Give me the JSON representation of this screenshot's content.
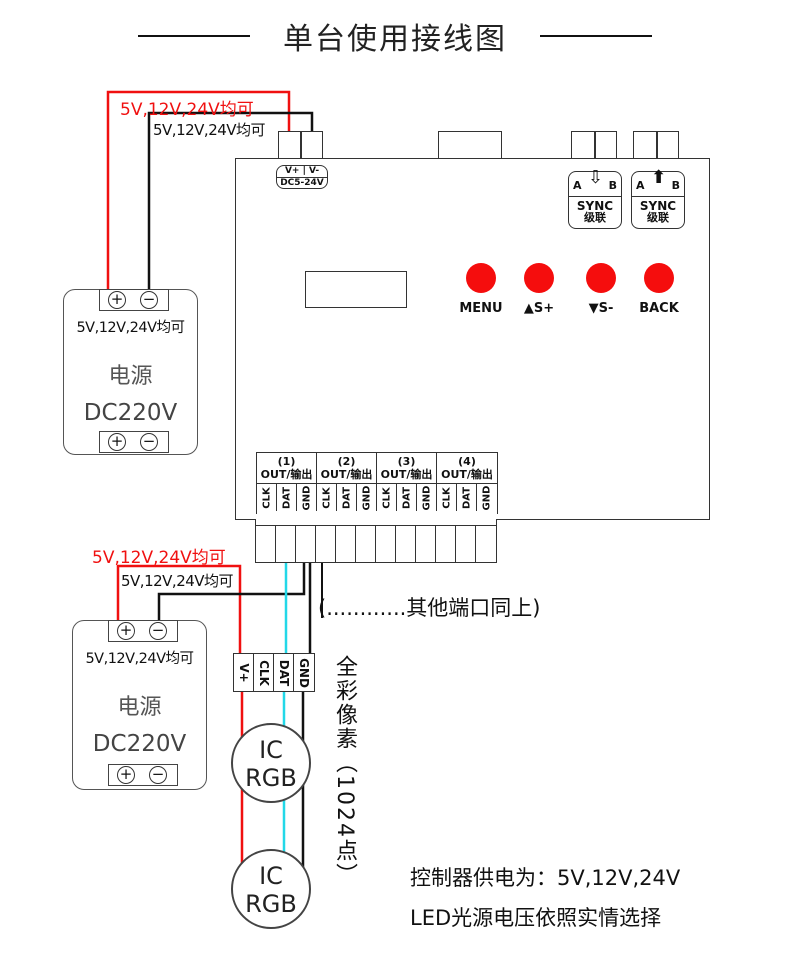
{
  "title": "单台使用接线图",
  "top_wiring": {
    "red_label": "5V,12V,24V均可",
    "black_label": "5V,12V,24V均可",
    "power_input": {
      "v_plus": "V+",
      "v_minus": "V-",
      "range": "DC5-24V"
    }
  },
  "psu1": {
    "plus": "+",
    "minus": "−",
    "voltage": "5V,12V,24V均可",
    "name": "电源",
    "input": "DC220V"
  },
  "psu2": {
    "plus": "+",
    "minus": "−",
    "voltage": "5V,12V,24V均可",
    "name": "电源",
    "input": "DC220V"
  },
  "controller": {
    "sync_ports": [
      {
        "a": "A",
        "b": "B",
        "direction": "down-outline-arrow",
        "label": "SYNC",
        "sublabel": "级联"
      },
      {
        "a": "A",
        "b": "B",
        "direction": "up-filled-arrow",
        "label": "SYNC",
        "sublabel": "级联"
      }
    ],
    "buttons": [
      {
        "label": "MENU",
        "color": "#f50d0d"
      },
      {
        "label": "▲S+",
        "color": "#f50d0d"
      },
      {
        "label": "▼S-",
        "color": "#f50d0d"
      },
      {
        "label": "BACK",
        "color": "#f50d0d"
      }
    ],
    "outputs": [
      {
        "num": "(1)",
        "label": "OUT/输出",
        "pins": [
          "CLK",
          "DAT",
          "GND"
        ]
      },
      {
        "num": "(2)",
        "label": "OUT/输出",
        "pins": [
          "CLK",
          "DAT",
          "GND"
        ]
      },
      {
        "num": "(3)",
        "label": "OUT/输出",
        "pins": [
          "CLK",
          "DAT",
          "GND"
        ]
      },
      {
        "num": "(4)",
        "label": "OUT/输出",
        "pins": [
          "CLK",
          "DAT",
          "GND"
        ]
      }
    ]
  },
  "bottom_wiring": {
    "red_label": "5V,12V,24V均可",
    "black_label": "5V,12V,24V均可",
    "other_ports_note": "(............其他端口同上)"
  },
  "led_strip": {
    "pins": [
      "V+",
      "CLK",
      "DAT",
      "GND"
    ],
    "pixels": [
      {
        "line1": "IC",
        "line2": "RGB"
      },
      {
        "line1": "IC",
        "line2": "RGB"
      }
    ],
    "vertical_label": "全彩像素（1024点）"
  },
  "notes": {
    "line1": "控制器供电为：5V,12V,24V",
    "line2": "LED光源电压依照实情选择"
  },
  "colors": {
    "positive_wire": "#f01010",
    "data_wire": "#22d8e8",
    "ground_wire": "#111111",
    "button": "#f50d0d"
  }
}
